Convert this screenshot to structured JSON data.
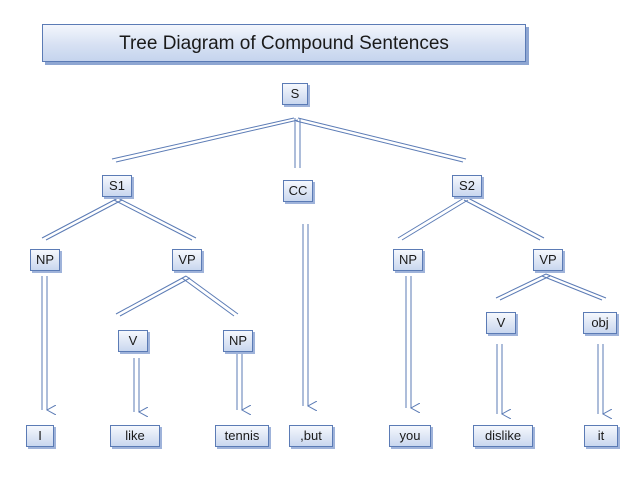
{
  "title": "Tree Diagram of Compound Sentences",
  "colors": {
    "line": "#5b7bb5",
    "node_fill": "#dbe4f4",
    "title_fill": "#d7e1f3"
  },
  "nodes": {
    "s": "S",
    "s1": "S1",
    "cc": "CC",
    "s2": "S2",
    "np1": "NP",
    "vp1": "VP",
    "np2": "NP",
    "vp2": "VP",
    "v1": "V",
    "np3": "NP",
    "v2": "V",
    "obj": "obj",
    "w_i": "I",
    "w_like": "like",
    "w_tennis": "tennis",
    "w_but": ",but",
    "w_you": "you",
    "w_dislike": "dislike",
    "w_it": "it"
  }
}
